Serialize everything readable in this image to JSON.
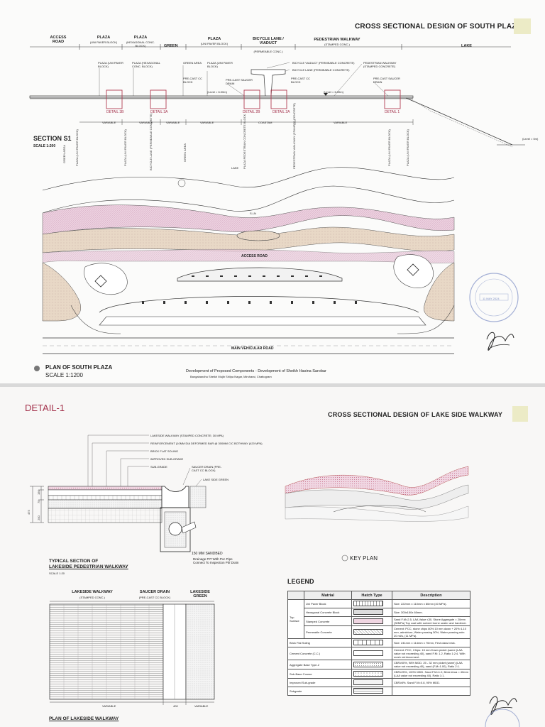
{
  "sheet1": {
    "title": "CROSS SECTIONAL DESIGN OF SOUTH PLAZA",
    "section_header": {
      "access_road": "ACCESS ROAD",
      "plaza1": "PLAZA",
      "plaza1_sub": "(UNI PAVER BLOCK)",
      "plaza2": "PLAZA",
      "plaza2_sub": "(HEXAGONAL CONC. BLOCK)",
      "green": "GREEN",
      "plaza3": "PLAZA",
      "plaza3_sub": "(UNI PAVER BLOCK)",
      "bicycle_lane": "BICYCLE LANE / VIADUCT",
      "bicycle_lane_sub": "(PERMEABLE CONC.)",
      "pedestrian_walkway": "PEDESTRIAN WALKWAY",
      "pedestrian_walkway_sub": "(STAMPED CONC.)",
      "lake": "LAKE"
    },
    "callouts": {
      "c1": "PLAZA (UNI PAVER BLOCK)",
      "c2": "PLAZA (HEXAGONAL CONC. BLOCK)",
      "c3": "GREEN AREA",
      "c4": "PLAZA (UNI PAVER BLOCK)",
      "c5": "PRE-CAST CC BLOCK",
      "c6": "PRE-CAST SAUCER DRAIN",
      "c7": "BICYCLE VIADUCT (PERMEABLE CONCRETE)",
      "c8": "BICYCLE LANE (PERMEABLE CONCRETE)",
      "c9": "PRE-CAST CC BLOCK",
      "c10": "PEDESTRIAN WALKWAY (STAMPED CONCRETE)",
      "c11": "PRE-CAST SAUCER DRAIN"
    },
    "details": {
      "d3b": "DETAIL 3B",
      "d3a": "DETAIL 3A",
      "d2b": "DETAIL 2B",
      "d2a": "DETAIL 2A",
      "d1": "DETAIL 1"
    },
    "dims": {
      "d1": "VARIABLE",
      "d2": "VARIABLE",
      "d3": "VARIABLE",
      "d4": "VARIABLE",
      "d5": "COASTAM",
      "d6": "VARIABLE"
    },
    "level_labels": {
      "l1": "(Level = 6.00m)",
      "l2": "(Level = 6.00m)",
      "l3": "(Level = 0m)"
    },
    "section_title": "SECTION S1",
    "section_scale": "SCALE 1:200",
    "plan_labels": [
      "GREEN AREA",
      "PLAZA (UNI PAVER BLOCK)",
      "PLAZA (UNI PAVER BLOCK)",
      "BICYCLE LANE (PERMEABLE CONCRETE)",
      "GREEN AREA",
      "PLAZA PEDESTRIAN CONCRETE BLOCK",
      "PEDESTRIAN WALKWAY (STAMPED CONCRETE)",
      "PLAZA (UNI PAVER BLOCK)",
      "PLAZA (UNI PAVER BLOCK)"
    ],
    "plan": {
      "lake": "LAKE",
      "access_road": "ACCESS ROAD",
      "main_road": "MAIN VEHICULAR ROAD",
      "viaduct": "S.LN"
    },
    "plan_title": "PLAN OF SOUTH PLAZA",
    "plan_scale": "SCALE 1:1200",
    "project_title": "Development of Proposed Components - Development of  Sheikh Hasina Sarobar",
    "project_sub": "Bangabandhu Sheikh Mujib Shilpa Nagar, Mirsharai, Chattogram",
    "stamp_date": "11 MAY 2024"
  },
  "sheet2": {
    "title": "CROSS SECTIONAL DESIGN OF LAKE SIDE WALKWAY",
    "detail_title": "DETAIL-1",
    "callouts": {
      "c1": "LAKESIDE WALKWAY (STAMPED CONCRETE; 30 MPA)",
      "c2": "REINFORCEMENT (10MM DIA DEFORMED BAR @ 300MM C/C BOTHWAY (420 MPA)",
      "c3": "BRICK FLAT SOLING",
      "c4": "IMPROVED SUB-GRADE",
      "c5": "SUB-GRADE",
      "c6": "SAUCER DRAIN (PRE-CAST CC BLOCK)",
      "c7": "LAKE SIDE GREEN",
      "c8": "150 MM SANDBED",
      "c9": "Drainage PIT With Pvc Pipe Connect To Inspection Pit/ Drain"
    },
    "dims_vertical": {
      "v1": "475",
      "v2": "200",
      "v3": "75",
      "v4": "150"
    },
    "typical_section": "TYPICAL SECTION OF",
    "typical_section2": "LAKESIDE PEDESTRIAN WALKWAY",
    "typical_scale": "SCALE 1:20",
    "plan_header": {
      "walkway": "LAKESIDE WALKWAY",
      "walkway_sub": "(STAMPED CONC.)",
      "drain": "SAUCER DRAIN",
      "drain_sub": "(PRE-CAST CC BLOCK)",
      "green": "LAKESIDE GREEN"
    },
    "plan_dims": {
      "d1": "VARIABLE",
      "d2": "400",
      "d3": "VARIABLE"
    },
    "plan_title": "PLAN OF LAKESIDE WALKWAY",
    "key_plan": "KEY PLAN",
    "legend_title": "LEGEND",
    "legend_headers": [
      "Matrial",
      "Hatch Type",
      "Description"
    ],
    "legend_group": "Top Surface",
    "legend_rows": [
      {
        "material": "Uni Paver Block",
        "desc": "Size: 222mm x 110mm x 80mm (40 MPa)."
      },
      {
        "material": "Hexagonal Concrete Block",
        "desc": "Size: 300x150x 60mm."
      },
      {
        "material": "Stamped Concrete",
        "desc": "Sand F.M=2.5, LAA Value ≤30, Stone Aggregate = 20mm (30MPa) Top coat with solvent borne sealer and hardener."
      },
      {
        "material": "Permeable Concrete",
        "desc": "Cement: PCC, stone chips 80% 10 mm down + 20% 4-10 mm, admixture, Water passing 50%, Water passing rate: 20 ml/s, (11 MPa)."
      },
      {
        "material": "Brick Flat Soling",
        "desc": "Size: 241mm x 114mm x 70mm, First class brick."
      },
      {
        "material": "Cement Concrete (C.C.)",
        "desc": "Cement: PCC, Chips: 15 mm Down picket (same (LAA value not exceeding 40), sand F.M: 1.2, Ratio 1:2:4. With mesh reinforcement."
      },
      {
        "material": "Aggregate Base Type-2",
        "desc": "CBR≥50%, 98% MDD. 25 - 32 mm picket (same) (LAA value not exceeding 40), sand (F.M=1.00), Ratio 2:1."
      },
      {
        "material": "Sub-Base Course",
        "desc": "CBR≥25%, 100% MDD. Sand F.M=1.0, Brick khoa = 40mm (LAA value not exceeding 40), Ratio 1:1."
      },
      {
        "material": "Improved Sub-grade",
        "desc": "CBR≥8%. Sand F.M=0.8, 95% MDD."
      },
      {
        "material": "Subgrade",
        "desc": ""
      }
    ]
  },
  "colors": {
    "accent_red": "#a4324c",
    "swatch": "#ecebc6",
    "pink_fill": "#e8c8d8",
    "tan_fill": "#e4d3c0"
  }
}
